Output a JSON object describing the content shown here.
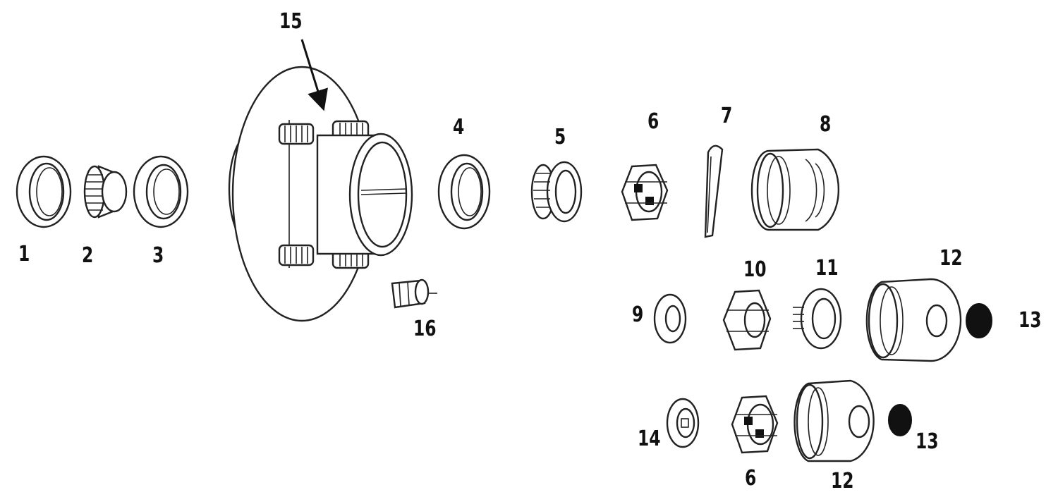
{
  "diagram": {
    "labels": {
      "p1": "1",
      "p2": "2",
      "p3": "3",
      "p4": "4",
      "p5": "5",
      "p6a": "6",
      "p6b": "6",
      "p7": "7",
      "p8": "8",
      "p9": "9",
      "p10": "10",
      "p11": "11",
      "p12a": "12",
      "p12b": "12",
      "p13a": "13",
      "p13b": "13",
      "p14": "14",
      "p15": "15",
      "p16": "16"
    }
  }
}
